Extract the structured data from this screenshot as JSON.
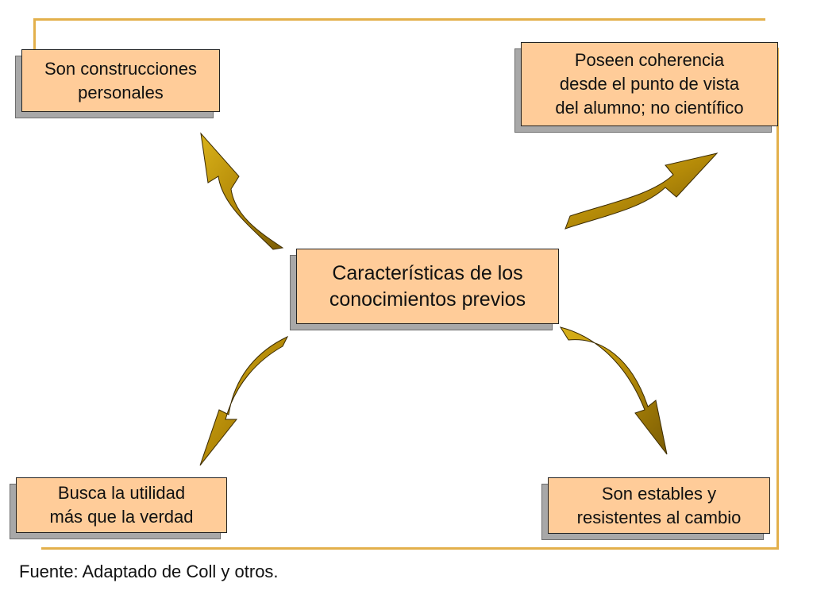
{
  "center": {
    "line1": "Características de los",
    "line2": "conocimientos previos"
  },
  "nodes": {
    "top_left": {
      "line1": "Son construcciones",
      "line2": "personales"
    },
    "top_right": {
      "line1": "Poseen coherencia",
      "line2": "desde el punto de vista",
      "line3": "del alumno; no científico"
    },
    "bottom_left": {
      "line1": "Busca la utilidad",
      "line2": "más que la verdad"
    },
    "bottom_right": {
      "line1": "Son estables y",
      "line2": "resistentes al cambio"
    }
  },
  "source": "Fuente: Adaptado de Coll y otros.",
  "colors": {
    "box_fill": "#ffcc99",
    "arrow_fill": "#c39a06",
    "frame_line": "#e3b04b"
  }
}
